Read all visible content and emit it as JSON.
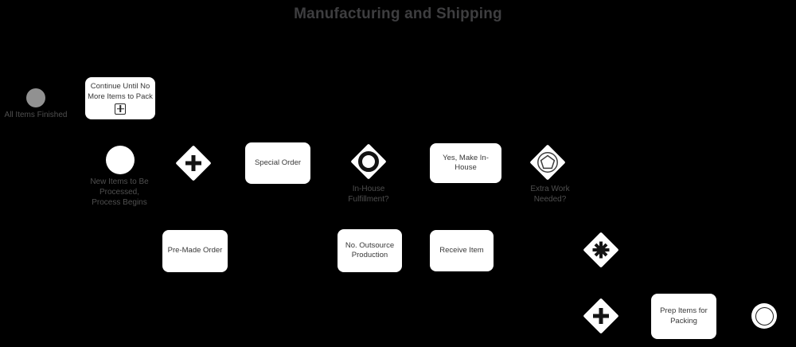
{
  "title": "Manufacturing and Shipping",
  "colors": {
    "background": "#000000",
    "node_fill": "#ffffff",
    "title_text": "#3e3e40",
    "box_text": "#383838",
    "label_text": "#4f4f4f",
    "finished_circle_fill": "#919191",
    "icon_stroke": "#141414"
  },
  "nodes": {
    "all_items_finished": {
      "type": "event",
      "label": "All Items Finished",
      "icon": "gray-circle"
    },
    "continue_until_no_more": {
      "type": "collapsed-subprocess",
      "label": "Continue Until No More Items to Pack",
      "icon": "boxed-plus"
    },
    "new_items_start": {
      "type": "start-event",
      "label": "New Items to Be Processed, Process Begins"
    },
    "parallel_gateway_main": {
      "type": "parallel-gateway",
      "icon": "plus"
    },
    "special_order": {
      "type": "task",
      "label": "Special Order"
    },
    "in_house_fulfillment": {
      "type": "inclusive-gateway",
      "label": "In-House Fulfillment?",
      "icon": "ring"
    },
    "yes_make_in_house": {
      "type": "task",
      "label": "Yes, Make In-House"
    },
    "extra_work_needed": {
      "type": "event-gateway",
      "label": "Extra Work Needed?",
      "icon": "pentagon-in-circle"
    },
    "pre_made_order": {
      "type": "task",
      "label": "Pre-Made Order"
    },
    "no_outsource_production": {
      "type": "task",
      "label": "No. Outsource Production"
    },
    "receive_item": {
      "type": "task",
      "label": "Receive Item"
    },
    "complex_gateway": {
      "type": "complex-gateway",
      "icon": "asterisk"
    },
    "parallel_gateway_packing": {
      "type": "parallel-gateway",
      "icon": "plus"
    },
    "prep_items_for_packing": {
      "type": "task",
      "label": "Prep Items for Packing"
    },
    "process_end": {
      "type": "end-event",
      "icon": "double-circle"
    }
  }
}
